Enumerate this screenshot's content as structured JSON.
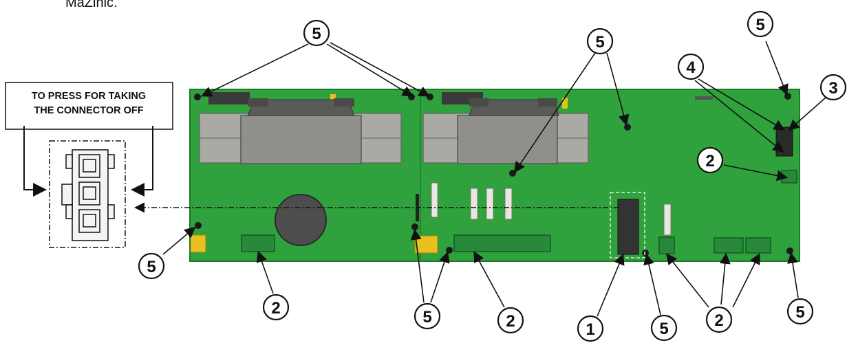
{
  "header_fragment": "MaZinic.",
  "connector_label": {
    "line1": "TO PRESS FOR TAKING",
    "line2": "THE CONNECTOR OFF"
  },
  "callouts": {
    "c5_top_left": "5",
    "c5_top_middle": "5",
    "c5_top_right": "5",
    "c4": "4",
    "c3": "3",
    "c2_right": "2",
    "c5_left": "5",
    "c2_bottom_left": "2",
    "c5_bottom_middle": "5",
    "c2_bottom_middle": "2",
    "c1": "1",
    "c5_bottom_center": "5",
    "c2_bottom_right": "2",
    "c5_bottom_right": "5"
  },
  "colors": {
    "board_green": "#2fa13d",
    "board_dark": "#1f7a2c",
    "gray_block": "#a9aaa4",
    "gray_dark": "#6b6b68"
  }
}
